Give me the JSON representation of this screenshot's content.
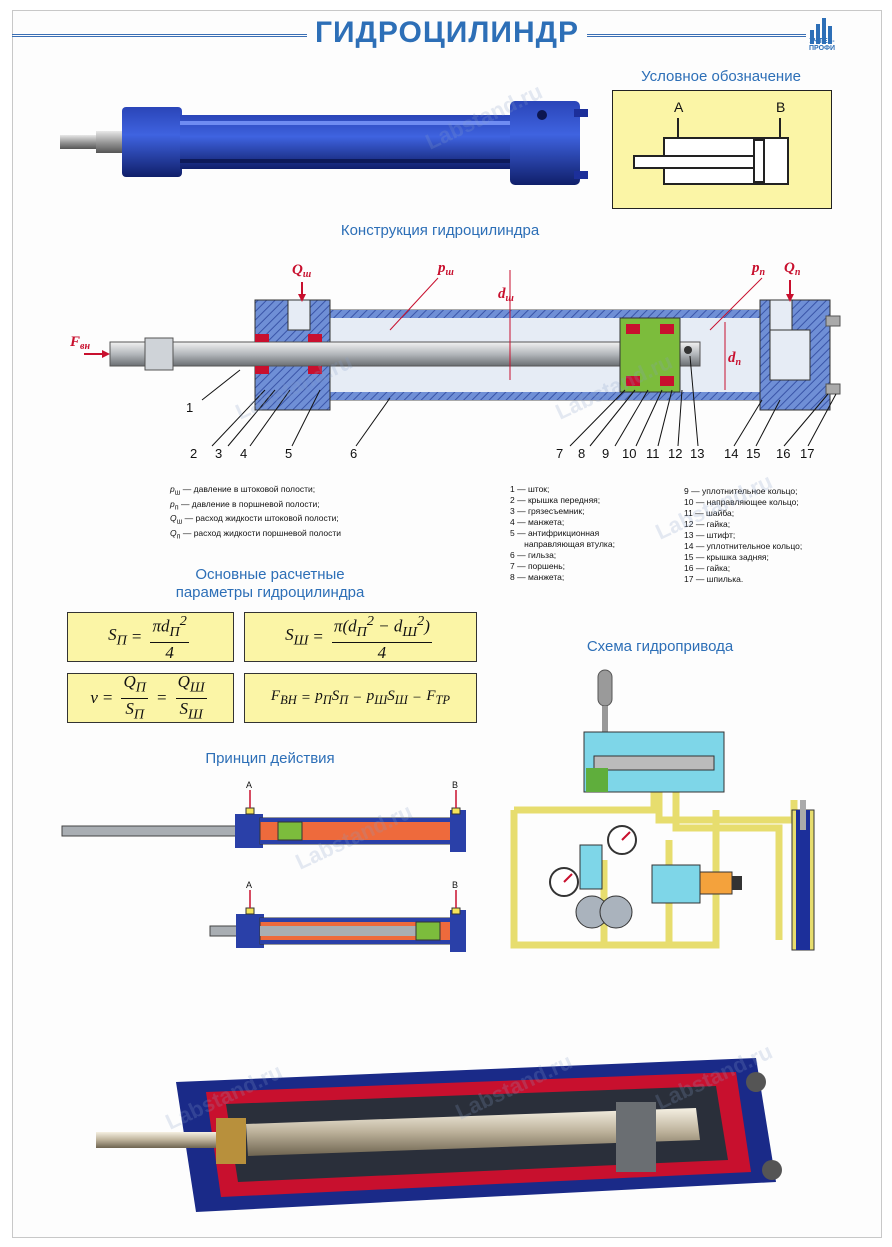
{
  "title": "ГИДРОЦИЛИНДР",
  "logo_text": "УЧТЕХ-ПРОФИ",
  "watermark": "Labstand.ru",
  "symbol": {
    "heading": "Условное обозначение",
    "port_a": "A",
    "port_b": "B"
  },
  "construction": {
    "heading": "Конструкция гидроцилиндра",
    "labels": {
      "q_sh": "Q",
      "q_sh_sub": "ш",
      "p_sh": "p",
      "p_sh_sub": "ш",
      "d_sh": "d",
      "d_sh_sub": "ш",
      "p_p": "p",
      "p_p_sub": "п",
      "q_p": "Q",
      "q_p_sub": "п",
      "f_vn": "F",
      "f_vn_sub": "вн",
      "d_p": "d",
      "d_p_sub": "п"
    },
    "part_numbers": [
      "1",
      "2",
      "3",
      "4",
      "5",
      "6",
      "7",
      "8",
      "9",
      "10",
      "11",
      "12",
      "13",
      "14",
      "15",
      "16",
      "17"
    ]
  },
  "legend_symbols": [
    {
      "sym": "p",
      "sub": "ш",
      "text": " — давление в штоковой полости;"
    },
    {
      "sym": "p",
      "sub": "п",
      "text": " — давление в поршневой полости;"
    },
    {
      "sym": "Q",
      "sub": "ш",
      "text": " — расход жидкости штоковой полости;"
    },
    {
      "sym": "Q",
      "sub": "п",
      "text": " — расход жидкости поршневой полости"
    }
  ],
  "parts_col1": [
    "1 — шток;",
    "2 — крышка передняя;",
    "3 — грязесъемник;",
    "4 — манжета;",
    "5 — антифрикционная",
    "      направляющая втулка;",
    "6 — гильза;",
    "7 — поршень;",
    "8 — манжета;"
  ],
  "parts_col2": [
    "9 — уплотнительное кольцо;",
    "10 — направляющее кольцо;",
    "11 — шайба;",
    "12 — гайка;",
    "13 — штифт;",
    "14 — уплотнительное кольцо;",
    "15 — крышка задняя;",
    "16 — гайка;",
    "17 — шпилька."
  ],
  "calc": {
    "heading_line1": "Основные расчетные",
    "heading_line2": "параметры гидроцилиндра",
    "f1_lhs": "S",
    "f1_lhs_sub": "П",
    "f1_num": "πd",
    "f1_num_sub": "П",
    "f1_num_sup": "2",
    "f1_den": "4",
    "f2_lhs": "S",
    "f2_lhs_sub": "Ш",
    "f2_num_a": "π(d",
    "f2_num_a_sub": "П",
    "f2_num_a_sup": "2",
    "f2_num_minus": " − d",
    "f2_num_b_sub": "Ш",
    "f2_num_b_sup": "2",
    "f2_num_close": ")",
    "f2_den": "4",
    "f3_lhs": "v",
    "f3_num1": "Q",
    "f3_num1_sub": "П",
    "f3_den1": "S",
    "f3_den1_sub": "П",
    "f3_num2": "Q",
    "f3_num2_sub": "Ш",
    "f3_den2": "S",
    "f3_den2_sub": "Ш",
    "f4_lhs": "F",
    "f4_lhs_sub": "ВН",
    "f4_t1": "p",
    "f4_t1_sub": "П",
    "f4_t2": "S",
    "f4_t2_sub": "П",
    "f4_t3": "p",
    "f4_t3_sub": "Ш",
    "f4_t4": "S",
    "f4_t4_sub": "Ш",
    "f4_t5": "F",
    "f4_t5_sub": "ТР"
  },
  "principle": {
    "heading": "Принцип действия",
    "port_a": "A",
    "port_b": "B"
  },
  "scheme": {
    "heading": "Схема гидропривода"
  }
}
